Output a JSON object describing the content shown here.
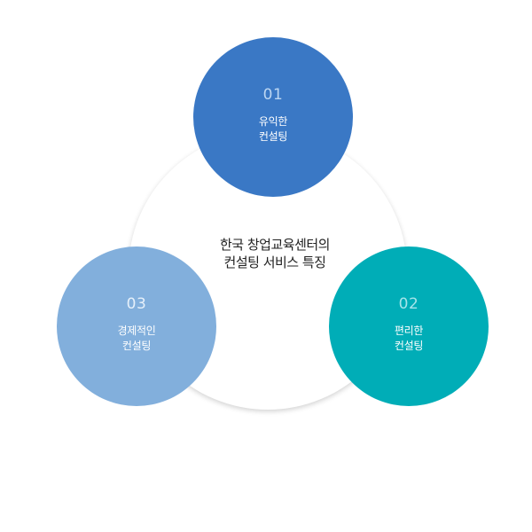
{
  "center": {
    "line1": "한국 창업교육센터의",
    "line2": "컨설팅 서비스 특징"
  },
  "features": [
    {
      "number": "01",
      "line1": "유익한",
      "line2": "컨설팅",
      "color": "#3a78c5"
    },
    {
      "number": "02",
      "line1": "편리한",
      "line2": "컨설팅",
      "color": "#00adb7"
    },
    {
      "number": "03",
      "line1": "경제적인",
      "line2": "컨설팅",
      "color": "#82afdc"
    }
  ]
}
